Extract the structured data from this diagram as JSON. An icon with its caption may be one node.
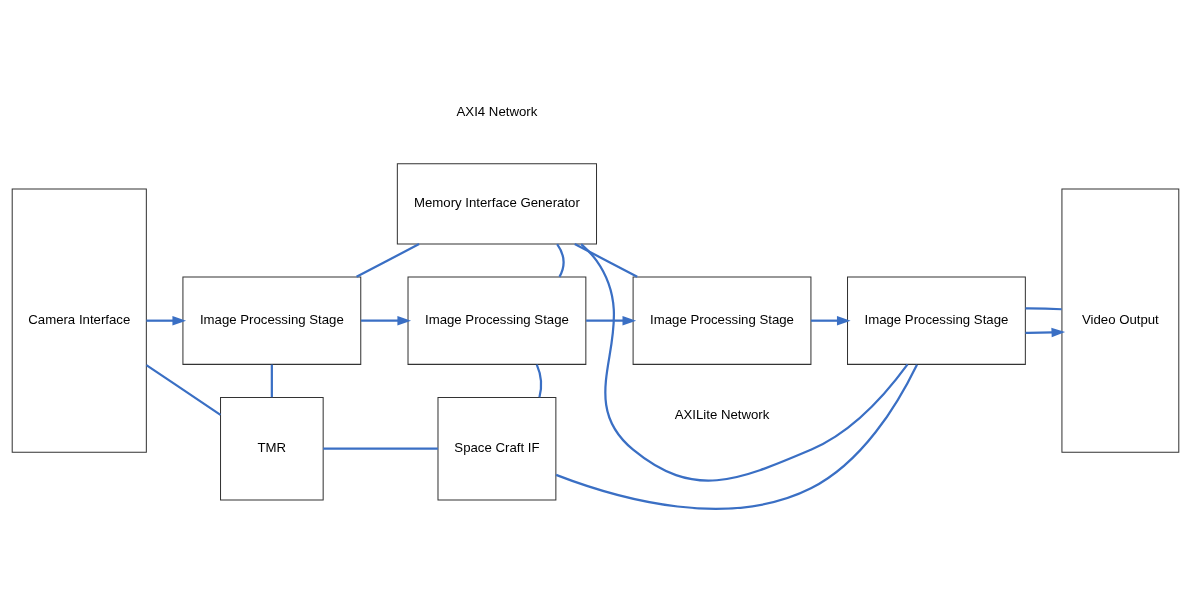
{
  "diagram": {
    "nodes": [
      {
        "text": [
          "Camera Interface"
        ]
      },
      {
        "text": [
          "Memory Interface Generator"
        ]
      },
      {
        "text": [
          "Video Output"
        ]
      },
      {
        "text": [
          "Image Processing Stage"
        ]
      },
      {
        "text": [
          "Image Processing Stage"
        ]
      },
      {
        "text": [
          "Image Processing Stage"
        ]
      },
      {
        "text": [
          "Image Processing Stage"
        ]
      },
      {
        "text": [
          "TMR"
        ]
      },
      {
        "text": [
          "Space Craft IF"
        ]
      }
    ],
    "edges": [
      {
        "from": 0,
        "to": 3,
        "arrow": "to"
      },
      {
        "from": 3,
        "to": 4,
        "arrow": "to"
      },
      {
        "from": 4,
        "to": 5,
        "arrow": "to"
      },
      {
        "from": 5,
        "to": 6,
        "arrow": "to"
      },
      {
        "from": 6,
        "to": 2,
        "arrow": "to"
      },
      {
        "from": 1,
        "to": 3,
        "arrow": "none"
      },
      {
        "from": 1,
        "to": 4,
        "arrow": "none"
      },
      {
        "from": 1,
        "to": 5,
        "arrow": "none"
      },
      {
        "from": 1,
        "to": 6,
        "arrow": "none"
      },
      {
        "from": 3,
        "to": 7,
        "arrow": "none"
      },
      {
        "from": 4,
        "to": 8,
        "arrow": "none"
      },
      {
        "from": 0,
        "to": 7,
        "arrow": "none"
      },
      {
        "from": 7,
        "to": 8,
        "arrow": "none"
      },
      {
        "from": 8,
        "to": 6,
        "arrow": "none"
      },
      {
        "from": 6,
        "to": 2,
        "arrow": "none"
      }
    ],
    "labels": [
      "AXI4 Network",
      "AXILite Network"
    ]
  }
}
